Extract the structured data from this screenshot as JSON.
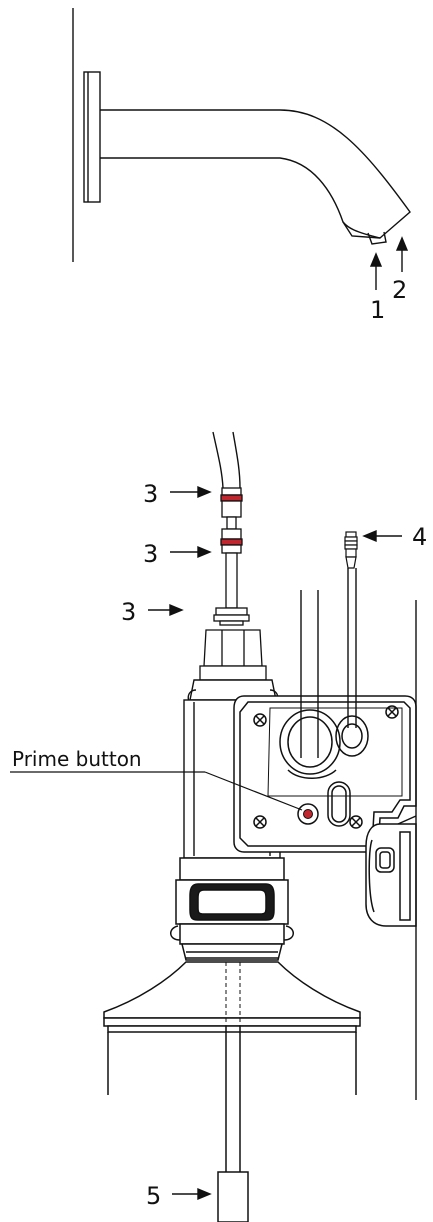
{
  "callouts": {
    "sensor": "1",
    "spout_outlet": "2",
    "connector_a": "3",
    "connector_b": "3",
    "connector_c": "3",
    "sensor_cable": "4",
    "suction_tube": "5"
  },
  "prime_button_label": "Prime button",
  "colors": {
    "ink": "#111111",
    "accent_red": "#c0262d",
    "dark_fill": "#1a1a1a"
  }
}
